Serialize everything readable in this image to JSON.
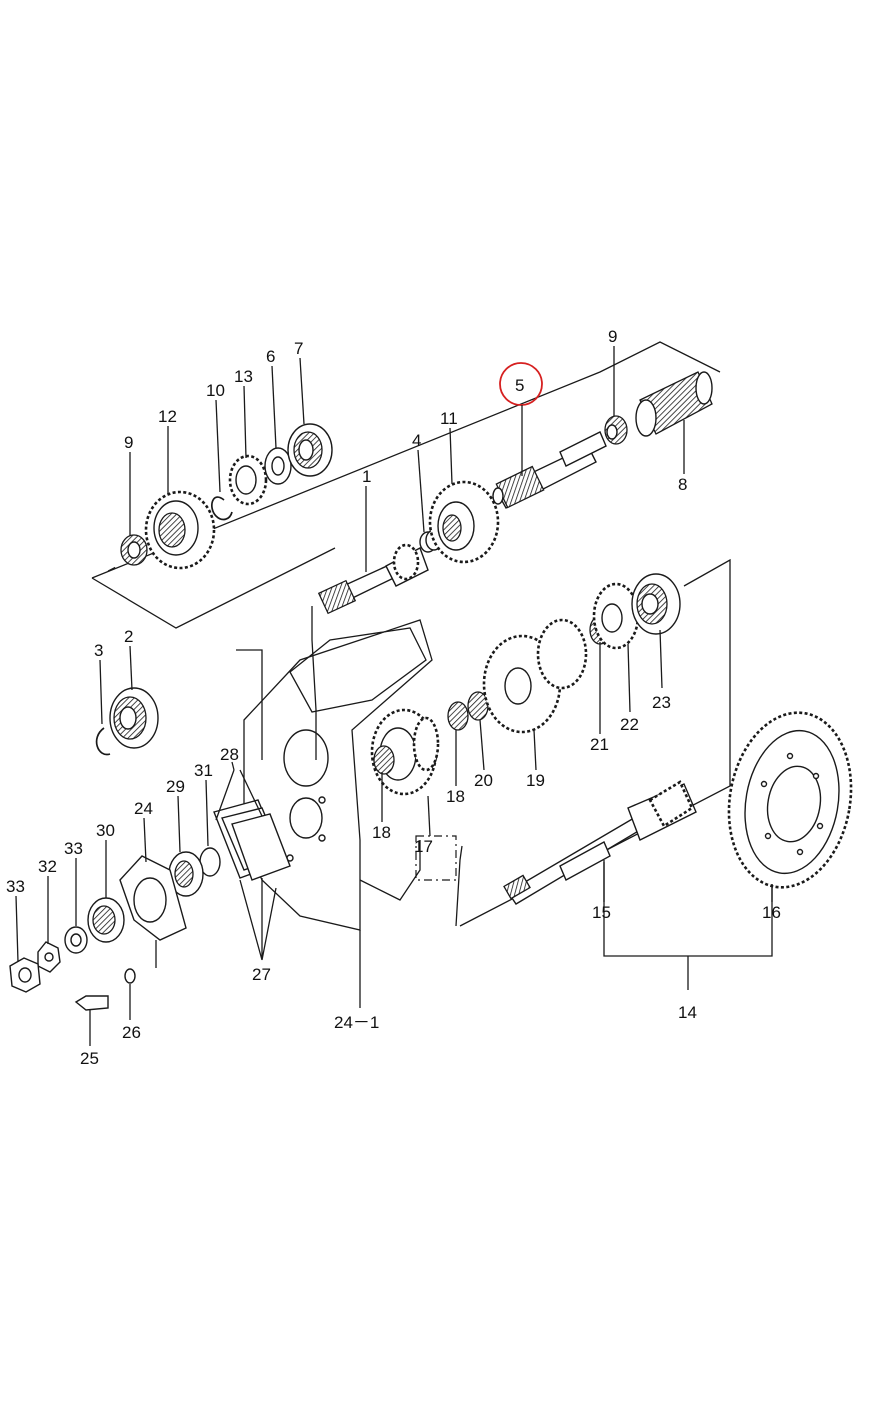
{
  "diagram": {
    "highlight": {
      "label": "5",
      "color": "#d62020"
    },
    "part_labels": [
      {
        "id": "p9a",
        "text": "9"
      },
      {
        "id": "p12",
        "text": "12"
      },
      {
        "id": "p10",
        "text": "10"
      },
      {
        "id": "p13",
        "text": "13"
      },
      {
        "id": "p6",
        "text": "6"
      },
      {
        "id": "p7",
        "text": "7"
      },
      {
        "id": "p1",
        "text": "1"
      },
      {
        "id": "p4",
        "text": "4"
      },
      {
        "id": "p11",
        "text": "11"
      },
      {
        "id": "p9b",
        "text": "9"
      },
      {
        "id": "p8",
        "text": "8"
      },
      {
        "id": "p3",
        "text": "3"
      },
      {
        "id": "p2",
        "text": "2"
      },
      {
        "id": "p23",
        "text": "23"
      },
      {
        "id": "p22",
        "text": "22"
      },
      {
        "id": "p21",
        "text": "21"
      },
      {
        "id": "p19",
        "text": "19"
      },
      {
        "id": "p20",
        "text": "20"
      },
      {
        "id": "p18a",
        "text": "18"
      },
      {
        "id": "p18b",
        "text": "18"
      },
      {
        "id": "p17",
        "text": "17"
      },
      {
        "id": "p28",
        "text": "28"
      },
      {
        "id": "p31",
        "text": "31"
      },
      {
        "id": "p29",
        "text": "29"
      },
      {
        "id": "p24",
        "text": "24"
      },
      {
        "id": "p30",
        "text": "30"
      },
      {
        "id": "p33a",
        "text": "33"
      },
      {
        "id": "p32",
        "text": "32"
      },
      {
        "id": "p33b",
        "text": "33"
      },
      {
        "id": "p27",
        "text": "27"
      },
      {
        "id": "p26",
        "text": "26"
      },
      {
        "id": "p25",
        "text": "25"
      },
      {
        "id": "p24-1",
        "text": "24－1"
      },
      {
        "id": "p15",
        "text": "15"
      },
      {
        "id": "p16",
        "text": "16"
      },
      {
        "id": "p14",
        "text": "14"
      }
    ]
  }
}
